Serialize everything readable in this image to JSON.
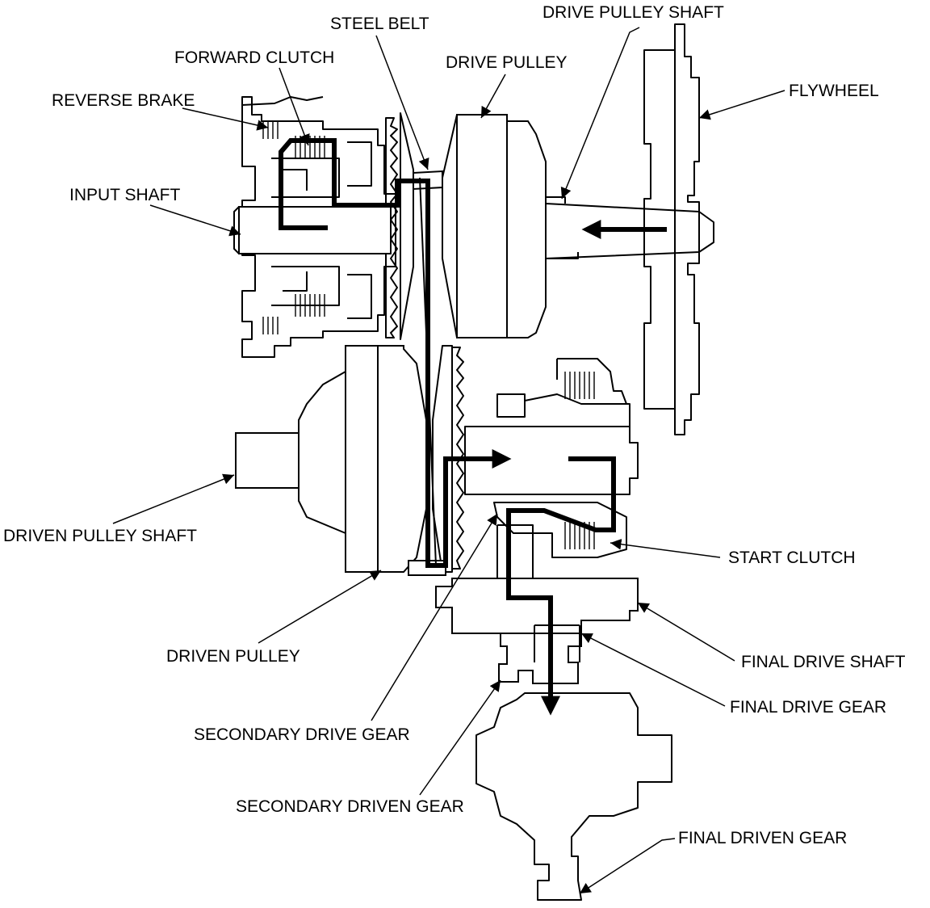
{
  "labels": {
    "steel_belt": "STEEL BELT",
    "drive_pulley_shaft": "DRIVE PULLEY SHAFT",
    "forward_clutch": "FORWARD CLUTCH",
    "drive_pulley": "DRIVE PULLEY",
    "reverse_brake": "REVERSE BRAKE",
    "flywheel": "FLYWHEEL",
    "input_shaft": "INPUT SHAFT",
    "driven_pulley_shaft": "DRIVEN PULLEY SHAFT",
    "start_clutch": "START CLUTCH",
    "driven_pulley": "DRIVEN PULLEY",
    "final_drive_shaft": "FINAL DRIVE SHAFT",
    "final_drive_gear": "FINAL DRIVE GEAR",
    "secondary_drive_gear": "SECONDARY DRIVE GEAR",
    "secondary_driven_gear": "SECONDARY DRIVEN GEAR",
    "final_driven_gear": "FINAL DRIVEN GEAR"
  }
}
